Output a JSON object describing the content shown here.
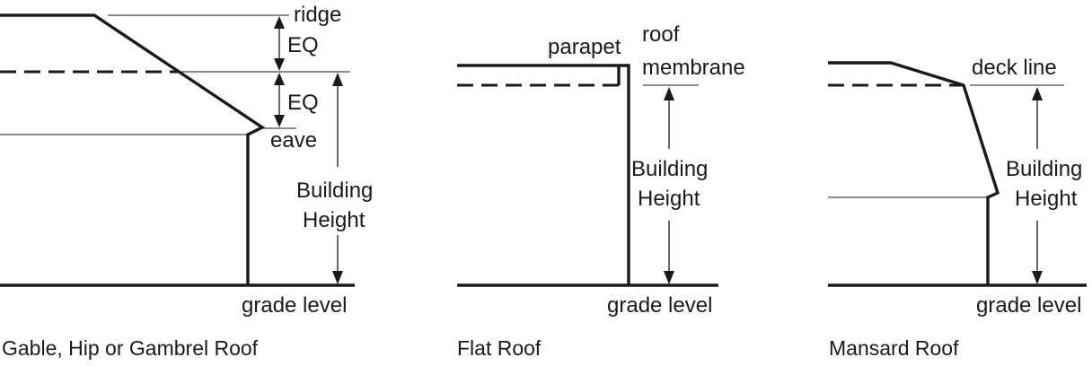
{
  "gable": {
    "label_ridge": "ridge",
    "label_eq_upper": "EQ",
    "label_eq_lower": "EQ",
    "label_eave": "eave",
    "label_height_line1": "Building",
    "label_height_line2": "Height",
    "label_grade": "grade level",
    "caption": "Gable, Hip or Gambrel Roof"
  },
  "flat": {
    "label_parapet": "parapet",
    "label_membrane_line1": "roof",
    "label_membrane_line2": "membrane",
    "label_height_line1": "Building",
    "label_height_line2": "Height",
    "label_grade": "grade level",
    "caption": "Flat Roof"
  },
  "mansard": {
    "label_deck_line": "deck  line",
    "label_height_line1": "Building",
    "label_height_line2": "Height",
    "label_grade": "grade level",
    "caption": "Mansard Roof"
  }
}
